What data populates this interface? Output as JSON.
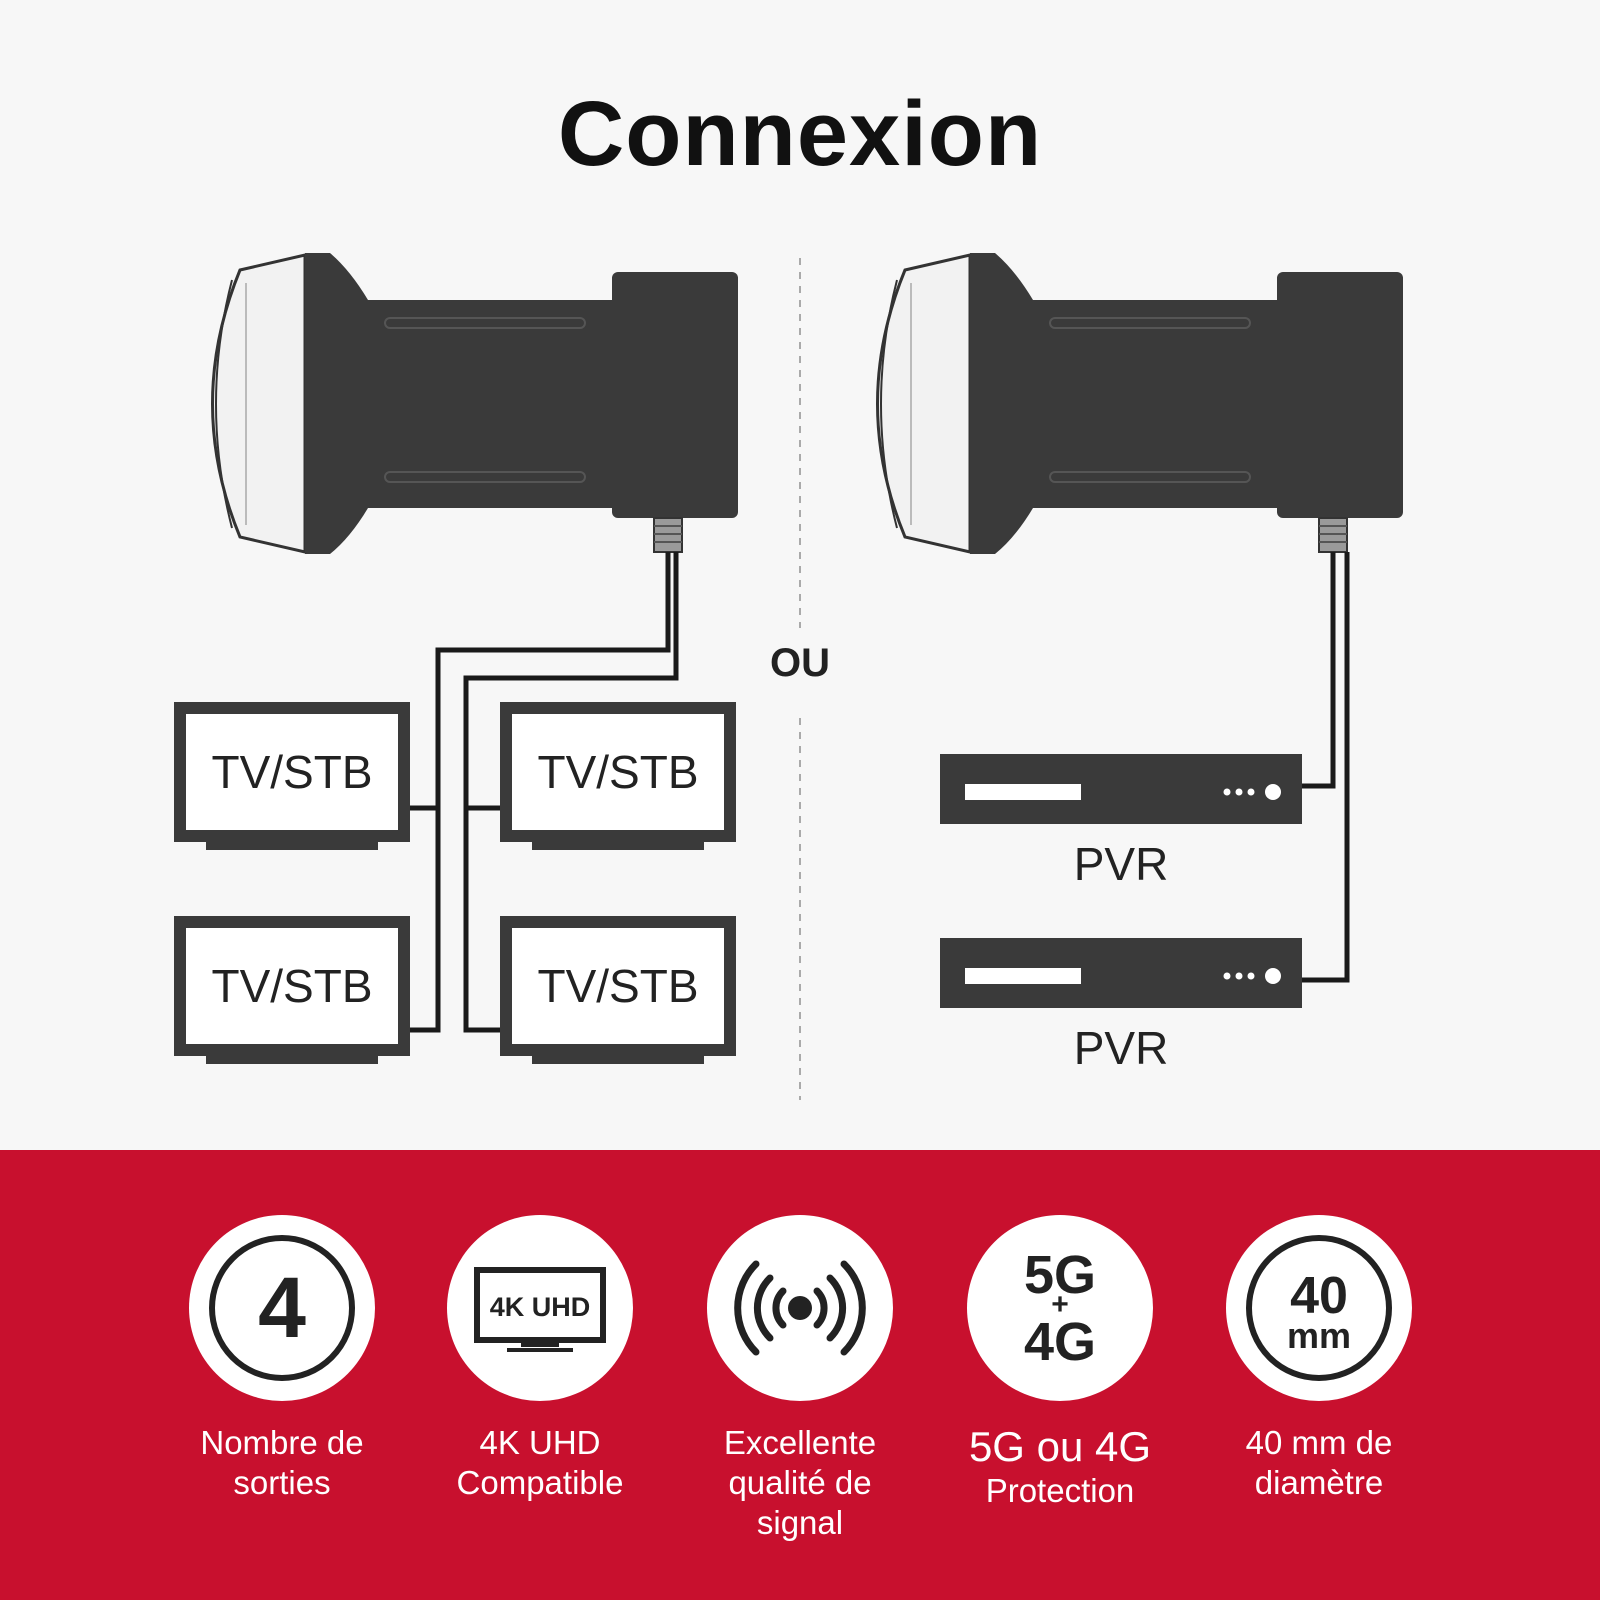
{
  "title": "Connexion",
  "separator_label": "OU",
  "left_panel": {
    "tv_labels": [
      "TV/STB",
      "TV/STB",
      "TV/STB",
      "TV/STB"
    ]
  },
  "right_panel": {
    "pvr_labels": [
      "PVR",
      "PVR"
    ]
  },
  "features": [
    {
      "badge": "4",
      "line1": "Nombre de",
      "line2": "sorties",
      "icon": "outputs-4-icon"
    },
    {
      "badge": "4K UHD",
      "line1": "4K UHD",
      "line2": "Compatible",
      "icon": "tv-4k-icon"
    },
    {
      "badge": "",
      "line1": "Excellente",
      "line2": "qualité de",
      "line3": "signal",
      "icon": "signal-waves-icon"
    },
    {
      "badge_top": "5G",
      "badge_plus": "+",
      "badge_bottom": "4G",
      "line1": "5G ou 4G",
      "line2": "Protection",
      "icon": "5g-4g-icon"
    },
    {
      "badge_top": "40",
      "badge_bottom": "mm",
      "line1": "40 mm de",
      "line2": "diamètre",
      "icon": "diameter-40mm-icon"
    }
  ],
  "colors": {
    "band": "#c8102e",
    "device": "#3a3a3a",
    "background": "#f7f7f7"
  }
}
